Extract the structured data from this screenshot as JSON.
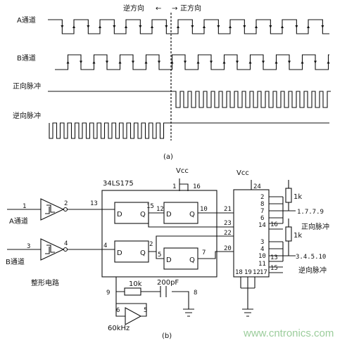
{
  "timing": {
    "dir_reverse": "逆方向",
    "dir_forward": "正方向",
    "arrow_left": "←",
    "arrow_right": "→",
    "channel_a": "A通道",
    "channel_b": "B通道",
    "forward_pulse": "正向脉冲",
    "reverse_pulse": "逆向脉冲",
    "caption": "(a)"
  },
  "circuit": {
    "ic_quad_ff": "34LS175",
    "vcc_left": "Vcc",
    "vcc_right": "Vcc",
    "channel_a": "A通道",
    "channel_b": "B通道",
    "shaping_circuit": "整形电路",
    "resistor_10k": "10k",
    "capacitor_200pf": "200pF",
    "oscillator_freq": "60kHz",
    "resistor_1k_top": "1k",
    "resistor_1k_bottom": "1k",
    "pins_forward": "1.7.7.9",
    "pins_reverse": "3.4.5.10",
    "forward_pulse": "正向脉冲",
    "reverse_pulse": "逆向脉冲",
    "ff_d": "D",
    "ff_q": "Q",
    "pin_numbers": {
      "in_a": "1",
      "out_a": "2",
      "in_b": "3",
      "out_b": "4",
      "ff_13": "13",
      "ff_15": "15",
      "ff_12": "12",
      "ff_10": "10",
      "ff_4": "4",
      "ff_2": "2",
      "ff_5": "5",
      "ff_7": "7",
      "vcc_1": "1",
      "vcc_16": "16",
      "osc_9": "9",
      "osc_8": "8",
      "osc_6": "6",
      "osc_5": "5",
      "gal_24": "24",
      "gal_21": "21",
      "gal_23": "23",
      "gal_22": "22",
      "gal_20": "20",
      "gal_18": "18",
      "gal_19": "19",
      "gal_12": "12",
      "gal_17": "17",
      "gal_2": "2",
      "gal_8": "8",
      "gal_7": "7",
      "gal_6": "6",
      "gal_14": "14",
      "gal_16": "16",
      "gal_3": "3",
      "gal_4": "4",
      "gal_10": "10",
      "gal_13": "13",
      "gal_11": "11",
      "gal_15": "15"
    },
    "caption": "(b)"
  },
  "watermark": "www.cntronics.com"
}
